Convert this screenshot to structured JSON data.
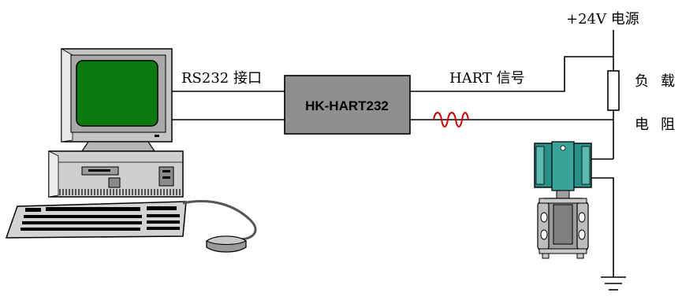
{
  "labels": {
    "power": "+24V 电源",
    "rs232": "RS232 接口",
    "converter": "HK-HART232",
    "hart_signal": "HART 信号",
    "load_char1": "负",
    "load_char2": "载",
    "resistor_char1": "电",
    "resistor_char2": "阻"
  },
  "colors": {
    "monitor_screen": "#0d7a10",
    "monitor_body": "#c0c0c0",
    "converter_box": "#8f8f8f",
    "hart_wave": "#cc0000",
    "transmitter_head": "#2a8f87"
  },
  "icons": {
    "computer": "desktop-computer-icon",
    "transmitter": "pressure-transmitter-icon",
    "resistor": "resistor-icon",
    "ground": "ground-icon",
    "wave": "hart-wave-icon"
  }
}
